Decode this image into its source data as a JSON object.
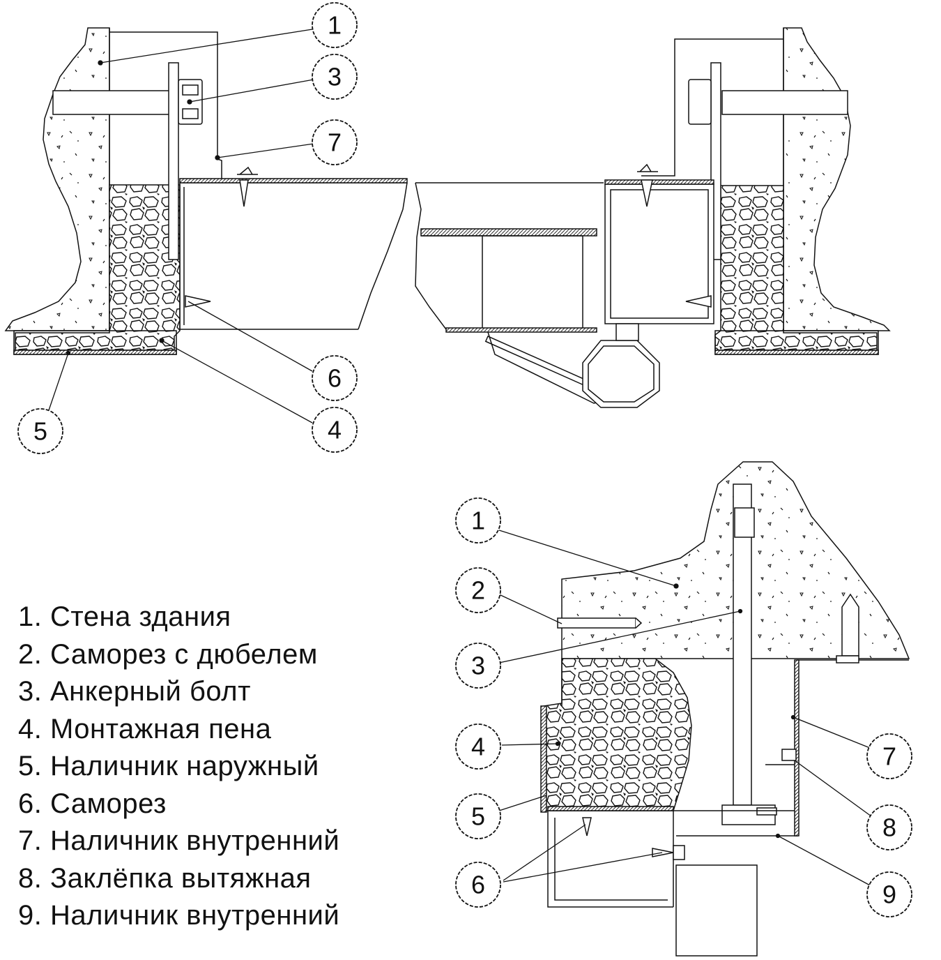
{
  "legend": [
    {
      "num": "1.",
      "text": "Стена здания"
    },
    {
      "num": "2.",
      "text": "Саморез с дюбелем"
    },
    {
      "num": "3.",
      "text": "Анкерный болт"
    },
    {
      "num": "4.",
      "text": "Монтажная пена"
    },
    {
      "num": "5.",
      "text": "Наличник наружный"
    },
    {
      "num": "6.",
      "text": "Саморез"
    },
    {
      "num": "7.",
      "text": "Наличник внутренний"
    },
    {
      "num": "8.",
      "text": "Заклёпка вытяжная"
    },
    {
      "num": "9.",
      "text": "Наличник внутренний"
    }
  ],
  "top_callouts": [
    "1",
    "3",
    "7",
    "6",
    "4",
    "5"
  ],
  "bottom_callouts": [
    "1",
    "2",
    "3",
    "4",
    "5",
    "6",
    "7",
    "8",
    "9"
  ],
  "colors": {
    "line": "#111111",
    "background": "#ffffff"
  }
}
